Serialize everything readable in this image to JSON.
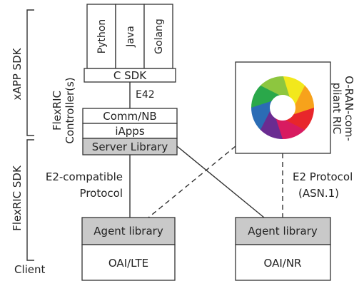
{
  "labels": {
    "xapp_sdk": "xAPP SDK",
    "flexric_sdk": "FlexRIC SDK",
    "client": "Client",
    "flexric_controllers": "FlexRIC",
    "flexric_controllers_2": "Controller(s)",
    "e2_compatible_1": "E2-compatible",
    "e2_compatible_2": "Protocol",
    "e2_protocol_1": "E2 Protocol",
    "e2_protocol_2": "(ASN.1)",
    "oran_1": "O-RAN-com-",
    "oran_2": "pliant RIC",
    "e42": "E42"
  },
  "languages": [
    "Python",
    "Java",
    "Golang"
  ],
  "sdk": {
    "c_sdk": "C SDK"
  },
  "controller_stack": {
    "comm_nb": "Comm/NB",
    "iapps": "iApps",
    "server_library": "Server Library"
  },
  "agents": {
    "left_library": "Agent library",
    "left_name": "OAI/LTE",
    "right_library": "Agent library",
    "right_name": "OAI/NR"
  },
  "logo": {
    "name": "ring-logo",
    "colors": [
      "#f2e81c",
      "#f7a21b",
      "#e8262b",
      "#d81b60",
      "#6a2c91",
      "#2b6cb5",
      "#2aa84a",
      "#8dc63f"
    ]
  }
}
